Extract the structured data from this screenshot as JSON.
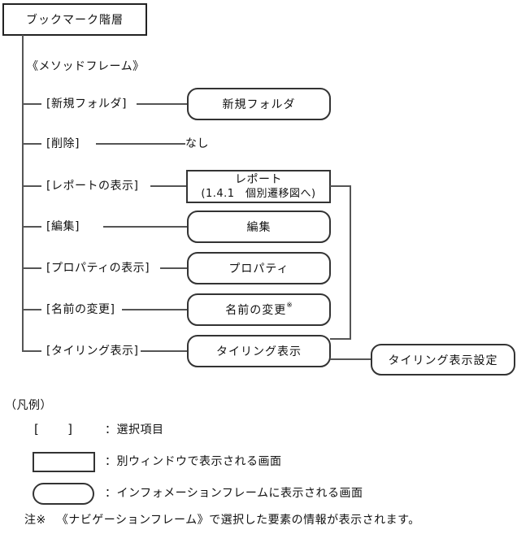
{
  "colors": {
    "line": "#555555",
    "border": "#333333",
    "text": "#111111",
    "background": "#ffffff"
  },
  "title": "ブックマーク階層",
  "frame_label": "《メソッドフレーム》",
  "tree": {
    "items": [
      {
        "label": "[新規フォルダ]",
        "target": "新規フォルダ",
        "target_type": "rounded"
      },
      {
        "label": "[削除]",
        "target": "なし",
        "target_type": "text"
      },
      {
        "label": "[レポートの表示]",
        "target_line1": "レポート",
        "target_line2": "(1.4.1　個別遷移図へ)",
        "target_type": "rect"
      },
      {
        "label": "[編集]",
        "target": "編集",
        "target_type": "rounded"
      },
      {
        "label": "[プロパティの表示]",
        "target": "プロパティ",
        "target_type": "rounded"
      },
      {
        "label": "[名前の変更]",
        "target": "名前の変更",
        "target_note_mark": "※",
        "target_type": "rounded"
      },
      {
        "label": "[タイリング表示]",
        "target": "タイリング表示",
        "target_type": "rounded",
        "child": "タイリング表示設定"
      }
    ]
  },
  "legend": {
    "heading": "（凡例）",
    "items": [
      {
        "sample": "brackets",
        "sample_open": "[",
        "sample_close": "]",
        "label": "：選択項目"
      },
      {
        "sample": "rect",
        "label": "：別ウィンドウで表示される画面"
      },
      {
        "sample": "rounded",
        "label": "：インフォメーションフレームに表示される画面"
      }
    ],
    "note_mark": "注※",
    "note_text": "《ナビゲーションフレーム》で選択した要素の情報が表示されます。"
  }
}
